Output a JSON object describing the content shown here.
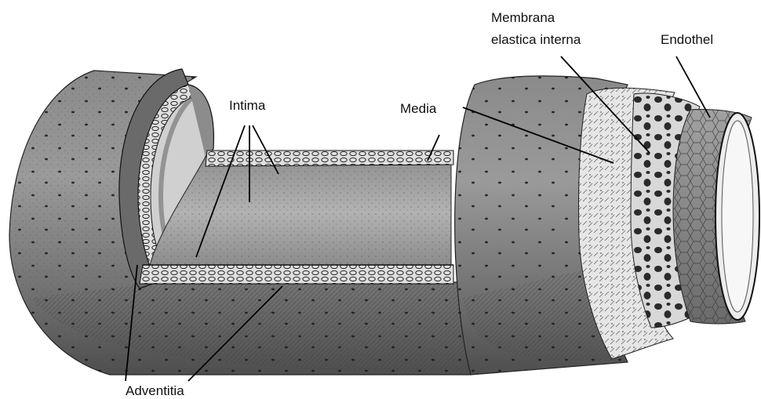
{
  "diagram": {
    "labels": {
      "intima": "Intima",
      "media": "Media",
      "membrana_line1": "Membrana",
      "membrana_line2": "elastica interna",
      "endothel": "Endothel",
      "adventitia": "Adventitia"
    },
    "colors": {
      "background": "#ffffff",
      "adventitia_outer": "#7c7c7c",
      "adventitia_shadow": "#5a5a5a",
      "lumen": "#a8a8a8",
      "media_band": "#e4e4e4",
      "membrana": "#d6d6d6",
      "endothel": "#9a9a9a",
      "ink": "#111111"
    }
  }
}
